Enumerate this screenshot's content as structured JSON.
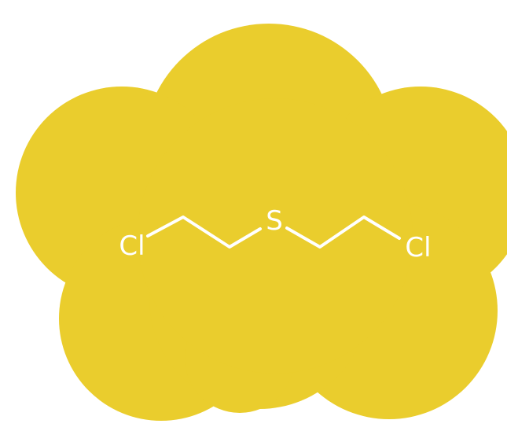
{
  "diagram": {
    "colors": {
      "cloud": "#EACD2D",
      "structure": "#FFFFFF",
      "background": "#FFFFFF"
    },
    "molecule": {
      "atoms": {
        "left_chlorine": "Cl",
        "sulfur": "S",
        "right_chlorine": "Cl"
      }
    }
  }
}
